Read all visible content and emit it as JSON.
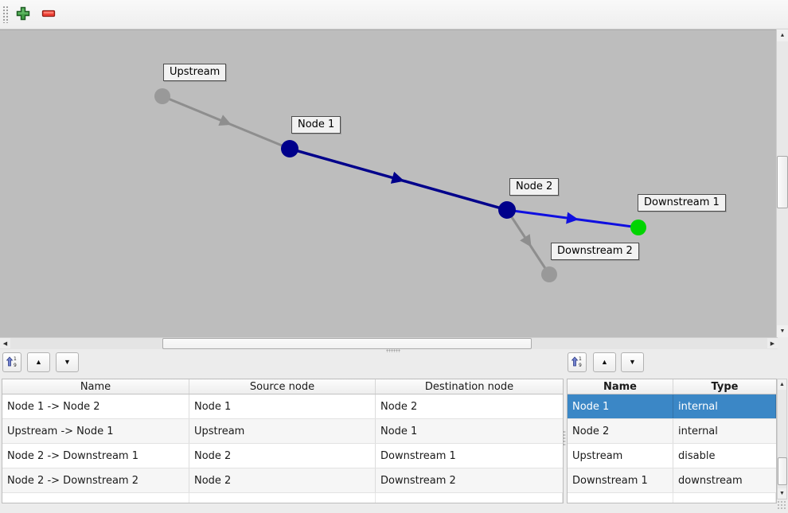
{
  "canvas": {
    "bg": "#bdbdbd",
    "nodes": [
      {
        "label": "Upstream",
        "color": "#999999"
      },
      {
        "label": "Node 1",
        "color": "#00008b"
      },
      {
        "label": "Node 2",
        "color": "#00008b"
      },
      {
        "label": "Downstream 1",
        "color": "#00d400"
      },
      {
        "label": "Downstream 2",
        "color": "#999999"
      }
    ],
    "edge_colors": {
      "inactive": "#8e8e8e",
      "internal": "#00008b",
      "active": "#0f0fe0"
    }
  },
  "edges_table": {
    "columns": [
      "Name",
      "Source node",
      "Destination node"
    ],
    "rows": [
      [
        "Node 1 -> Node 2",
        "Node 1",
        "Node 2"
      ],
      [
        "Upstream -> Node 1",
        "Upstream",
        "Node 1"
      ],
      [
        "Node 2 -> Downstream 1",
        "Node 2",
        "Downstream 1"
      ],
      [
        "Node 2 -> Downstream 2",
        "Node 2",
        "Downstream 2"
      ]
    ]
  },
  "nodes_table": {
    "columns": [
      "Name",
      "Type"
    ],
    "rows": [
      [
        "Node 1",
        "internal"
      ],
      [
        "Node 2",
        "internal"
      ],
      [
        "Upstream",
        "disable"
      ],
      [
        "Downstream 1",
        "downstream"
      ]
    ],
    "selection_color": "#3b87c6"
  }
}
